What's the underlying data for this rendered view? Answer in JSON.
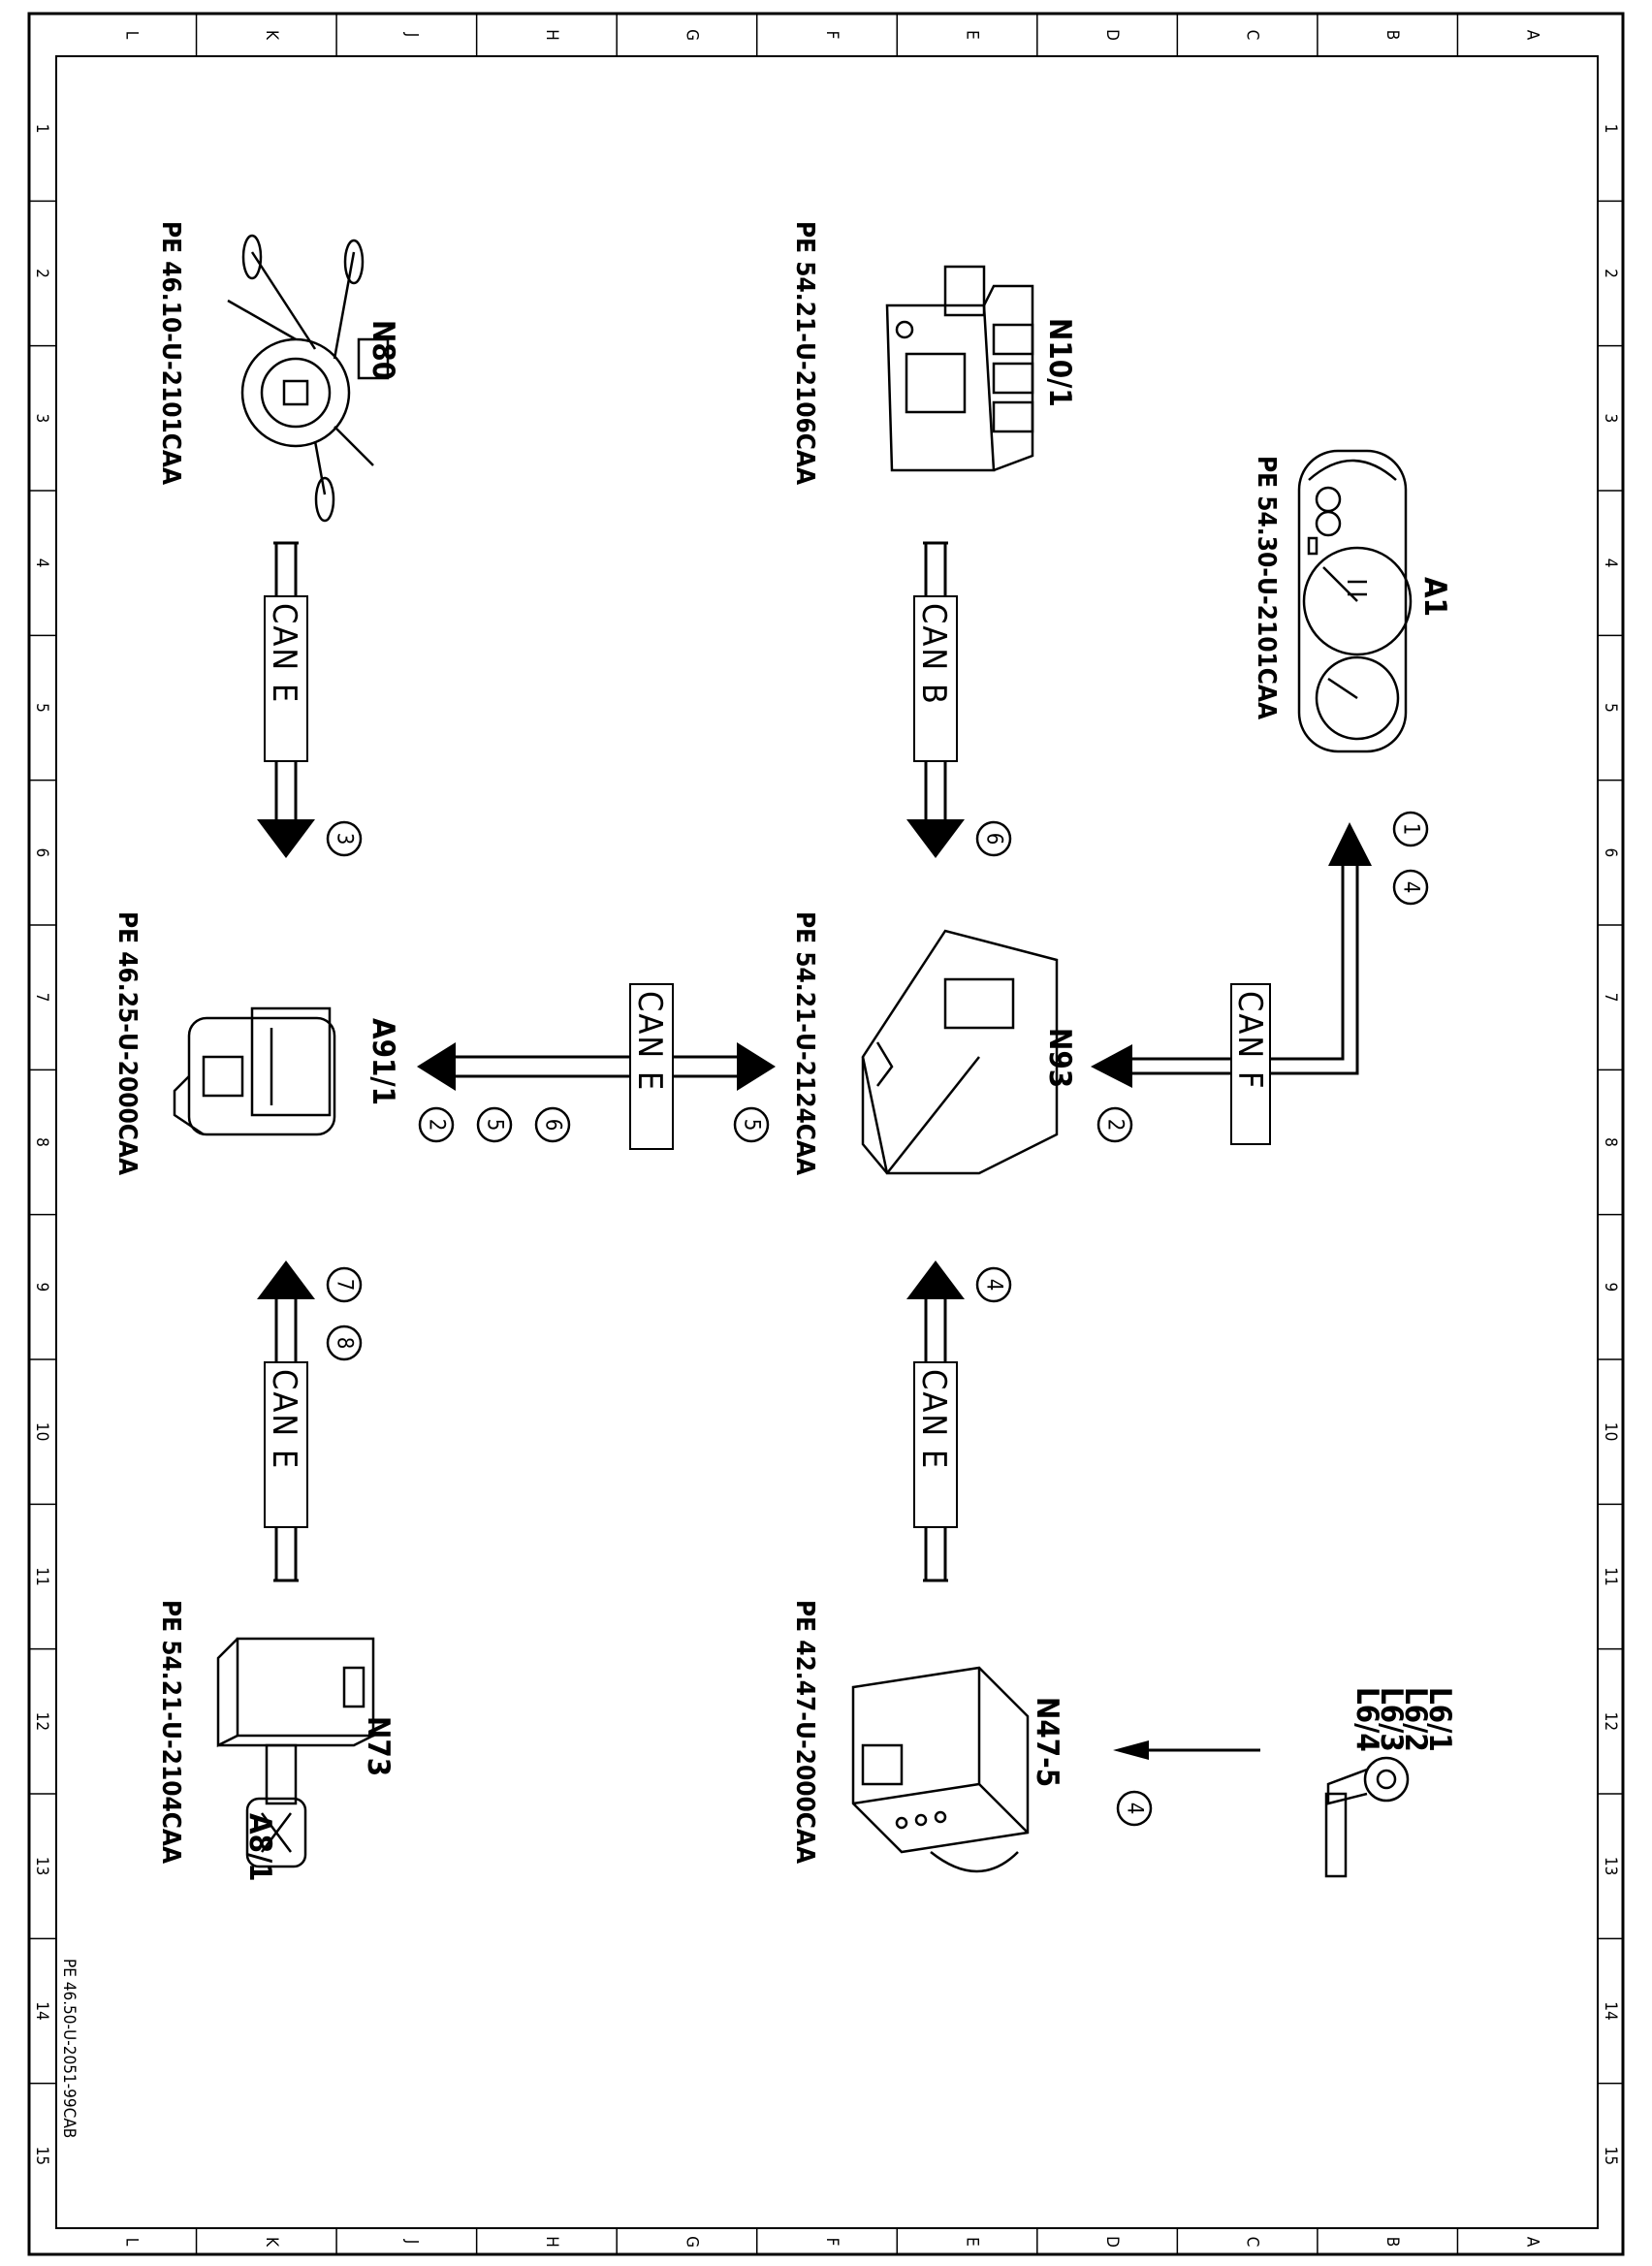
{
  "grid": {
    "letters": [
      "L",
      "K",
      "J",
      "H",
      "G",
      "F",
      "E",
      "D",
      "C",
      "B",
      "A"
    ],
    "numbers": [
      "1",
      "2",
      "3",
      "4",
      "5",
      "6",
      "7",
      "8",
      "9",
      "10",
      "11",
      "12",
      "13",
      "14",
      "15"
    ]
  },
  "components": {
    "a1": {
      "label": "A1",
      "ref": "PE 54.30-U-2101CAA"
    },
    "n10": {
      "label": "N10/1",
      "ref": "PE 54.21-U-2106CAA"
    },
    "n80": {
      "label": "N80",
      "ref": "PE 46.10-U-2101CAA"
    },
    "n93": {
      "label": "N93",
      "ref": "PE 54.21-U-2124CAA"
    },
    "a91": {
      "label": "A91/1",
      "ref": "PE 46.25-U-2000CAA"
    },
    "n47": {
      "label": "N47-5",
      "ref": "PE 42.47-U-2000CAA"
    },
    "n73": {
      "label": "N73",
      "ref": "PE 54.21-U-2104CAA"
    },
    "a8": {
      "label": "A8/1"
    },
    "l6": {
      "labels": [
        "L6/1",
        "L6/2",
        "L6/3",
        "L6/4"
      ]
    }
  },
  "buses": {
    "canF": "CAN F",
    "canB": "CAN B",
    "canE_n80": "CAN E",
    "canE_mid": "CAN E",
    "canE_n47": "CAN E",
    "canE_n73": "CAN E"
  },
  "circles": {
    "a1_1": "1",
    "a1_4": "4",
    "n93_2": "2",
    "n10_6": "6",
    "n80_3": "3",
    "mid_5": "5",
    "a91_6": "6",
    "a91_5": "5",
    "a91_2": "2",
    "n47_4": "4",
    "n73_7": "7",
    "n73_8": "8",
    "l6_4": "4"
  },
  "footer": {
    "code": "PE 46.50-U-2051-99CAB"
  }
}
